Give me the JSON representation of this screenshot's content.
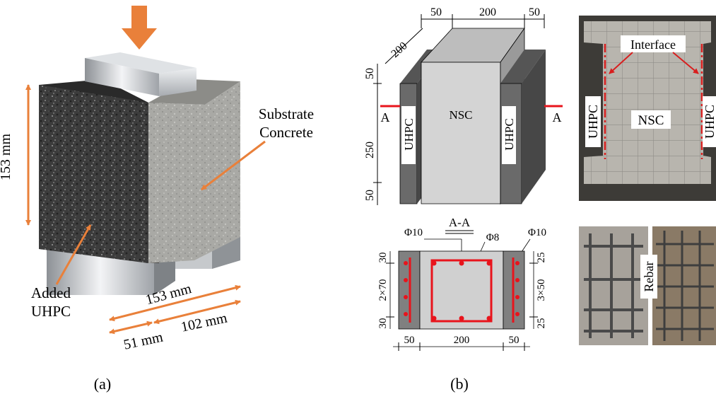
{
  "figure": {
    "panel_a": {
      "caption": "(a)",
      "dim_height": "153 mm",
      "dim_depth": "153 mm",
      "dim_part1": "51 mm",
      "dim_part2": "102 mm",
      "label_substrate_line1": "Substrate",
      "label_substrate_line2": "Concrete",
      "label_added_line1": "Added",
      "label_added_line2": "UHPC"
    },
    "panel_b": {
      "caption": "(b)",
      "iso": {
        "dim_top_left": "50",
        "dim_top_mid": "200",
        "dim_top_right": "50",
        "dim_depth": "200",
        "dim_v_top": "50",
        "dim_v_mid": "250",
        "dim_v_bot": "50",
        "label_uhpc_left": "UHPC",
        "label_nsc": "NSC",
        "label_uhpc_right": "UHPC",
        "section_mark_left": "A",
        "section_mark_right": "A"
      },
      "section": {
        "title": "A-A",
        "phi10_left": "Φ10",
        "phi8": "Φ8",
        "phi10_right": "Φ10",
        "dim_left_top": "30",
        "dim_left_mid": "2×70",
        "dim_left_bot": "30",
        "dim_right_top": "25",
        "dim_right_mid": "3×50",
        "dim_right_bot": "25",
        "dim_bottom_left": "50",
        "dim_bottom_mid": "200",
        "dim_bottom_right": "50"
      },
      "photo_top": {
        "label_interface": "Interface",
        "label_uhpc_left": "UHPC",
        "label_nsc": "NSC",
        "label_uhpc_right": "UHPC"
      },
      "photo_bottom": {
        "label_rebar": "Rebar"
      }
    },
    "colors": {
      "arrow_orange": "#e9803a",
      "rebar_red": "#e8141c",
      "interface_red": "#d81e1e",
      "uhpc_gray": "#6a6a6a",
      "nsc_gray": "#d4d4d4"
    },
    "icons": {
      "load_arrow": "down-arrow-icon"
    }
  }
}
